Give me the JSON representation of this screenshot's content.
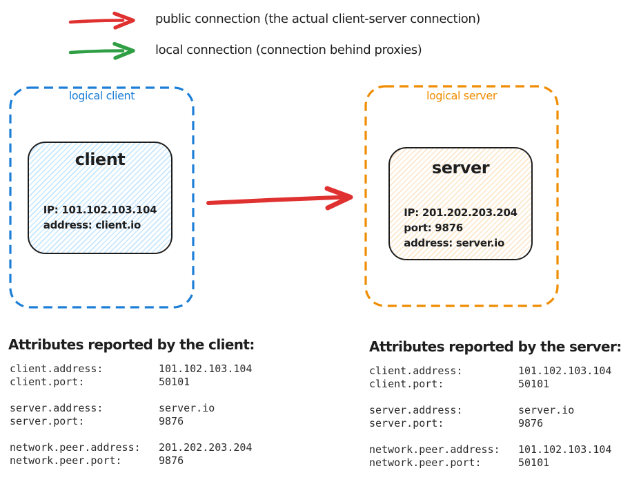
{
  "legend": {
    "items": [
      {
        "name": "public-connection",
        "label": "public connection (the actual client-server connection)",
        "color": "#e03131"
      },
      {
        "name": "local-connection",
        "label": "local connection (connection behind proxies)",
        "color": "#2f9e44"
      }
    ]
  },
  "client_group": {
    "container_label": "logical client",
    "accent_color": "#1c7ed6",
    "node": {
      "title": "client",
      "fill_color": "#a5d8ff",
      "lines": [
        "IP: 101.102.103.104",
        "address: client.io"
      ]
    }
  },
  "server_group": {
    "container_label": "logical server",
    "accent_color": "#f08c00",
    "node": {
      "title": "server",
      "fill_color": "#ffd8a8",
      "lines": [
        "IP: 201.202.203.204",
        "port: 9876",
        "address: server.io"
      ]
    }
  },
  "connection_arrow": {
    "type": "public connection",
    "color": "#e03131",
    "from": "client",
    "to": "server"
  },
  "client_attributes": {
    "title": "Attributes reported by the client:",
    "groups": [
      {
        "rows": [
          {
            "label": "client.address:",
            "value": "101.102.103.104"
          },
          {
            "label": "client.port:",
            "value": "50101"
          }
        ]
      },
      {
        "rows": [
          {
            "label": "server.address:",
            "value": "server.io"
          },
          {
            "label": "server.port:",
            "value": "9876"
          }
        ]
      },
      {
        "rows": [
          {
            "label": "network.peer.address:",
            "value": "201.202.203.204"
          },
          {
            "label": "network.peer.port:",
            "value": "9876"
          }
        ]
      }
    ]
  },
  "server_attributes": {
    "title": "Attributes reported by the server:",
    "groups": [
      {
        "rows": [
          {
            "label": "client.address:",
            "value": "101.102.103.104"
          },
          {
            "label": "client.port:",
            "value": "50101"
          }
        ]
      },
      {
        "rows": [
          {
            "label": "server.address:",
            "value": "server.io"
          },
          {
            "label": "server.port:",
            "value": "9876"
          }
        ]
      },
      {
        "rows": [
          {
            "label": "network.peer.address:",
            "value": "101.102.103.104"
          },
          {
            "label": "network.peer.port:",
            "value": "50101"
          }
        ]
      }
    ]
  }
}
